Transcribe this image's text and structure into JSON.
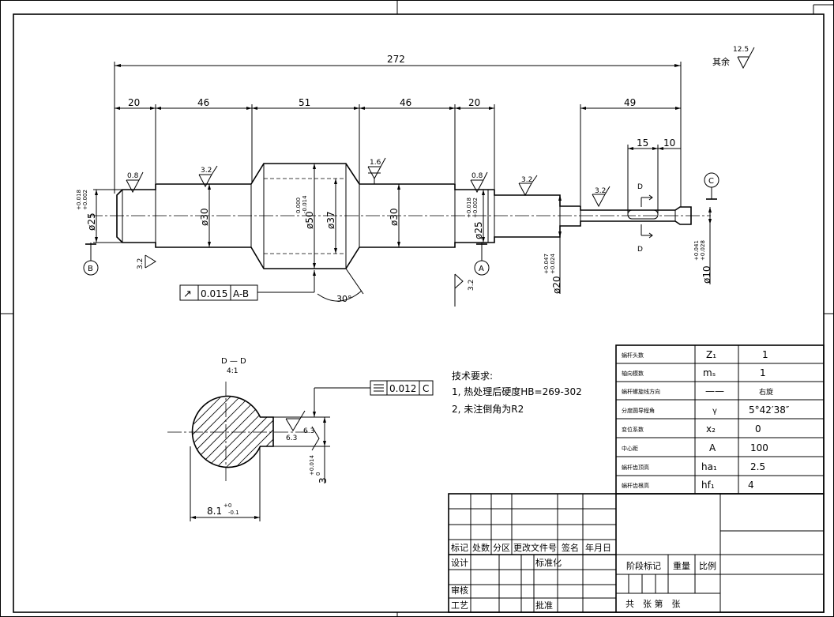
{
  "roughness": {
    "general_label": "其余",
    "general_value": "12.5",
    "r08_left": "0.8",
    "r32_a": "3.2",
    "r16": "1.6",
    "r08_right": "0.8",
    "r32_b": "3.2",
    "r32_c": "3.2",
    "r32_left_bottom": "3.2",
    "r32_mid_bottom": "3.2",
    "r63_a": "6.3",
    "r63_b": "6.3"
  },
  "dims": {
    "total": "272",
    "d20a": "20",
    "d46a": "46",
    "d51": "51",
    "d46b": "46",
    "d20b": "20",
    "d49": "49",
    "d15": "15",
    "d10": "10",
    "phi25_left": "ø25",
    "phi25_left_tol": "+0.018\n+0.002",
    "phi30_a": "ø30",
    "phi50": "ø50",
    "phi50_tol": "0.000\n-0.014",
    "phi37": "ø37",
    "phi30_b": "ø30",
    "phi25_right": "ø25",
    "phi25_right_tol": "+0.018\n+0.002",
    "phi20": "ø20",
    "phi20_tol": "+0.047\n+0.024",
    "phi10": "ø10",
    "phi10_tol": "+0.041\n+0.028",
    "angle": "30°",
    "key_width": "8.1",
    "key_width_tol": "+0\n-0.1",
    "key_depth": "3",
    "key_depth_tol": "+0.014\n0"
  },
  "datums": {
    "b": "B",
    "a": "A",
    "c": "C"
  },
  "section": {
    "d_top": "D",
    "d_bottom": "D",
    "title": "D — D",
    "scale": "4:1"
  },
  "tolerance": {
    "runout_symbol": "↗",
    "runout_value": "0.015",
    "runout_datum": "A-B",
    "sym_symbol": "⌯",
    "sym_value": "0.012",
    "sym_datum": "C"
  },
  "notes": {
    "title": "技术要求:",
    "line1": "1, 热处理后硬度HB=269-302",
    "line2": "2, 未注倒角为R2"
  },
  "param_table": [
    {
      "name": "蜗杆头数",
      "symbol": "Z₁",
      "value": "1"
    },
    {
      "name": "轴向模数",
      "symbol": "mₛ",
      "value": "1"
    },
    {
      "name": "蜗杆螺旋线方向",
      "symbol": "——",
      "value": "右旋"
    },
    {
      "name": "分度圆导程角",
      "symbol": "γ",
      "value": "5°42′38″"
    },
    {
      "name": "变位系数",
      "symbol": "x₂",
      "value": "0"
    },
    {
      "name": "中心距",
      "symbol": "A",
      "value": "100"
    },
    {
      "name": "蜗杆齿顶高",
      "symbol": "ha₁",
      "value": "2.5"
    },
    {
      "name": "蜗杆齿根高",
      "symbol": "hf₁",
      "value": "4"
    }
  ],
  "title_block": {
    "mark": "标记",
    "count": "处数",
    "zone": "分区",
    "doc_no": "更改文件号",
    "sign": "签名",
    "date": "年月日",
    "design": "设计",
    "standard": "标准化",
    "stage_mark": "阶段标记",
    "weight": "重量",
    "ratio": "比例",
    "review": "审核",
    "process": "工艺",
    "approve": "批准",
    "sheets": "共　张 第　张"
  }
}
